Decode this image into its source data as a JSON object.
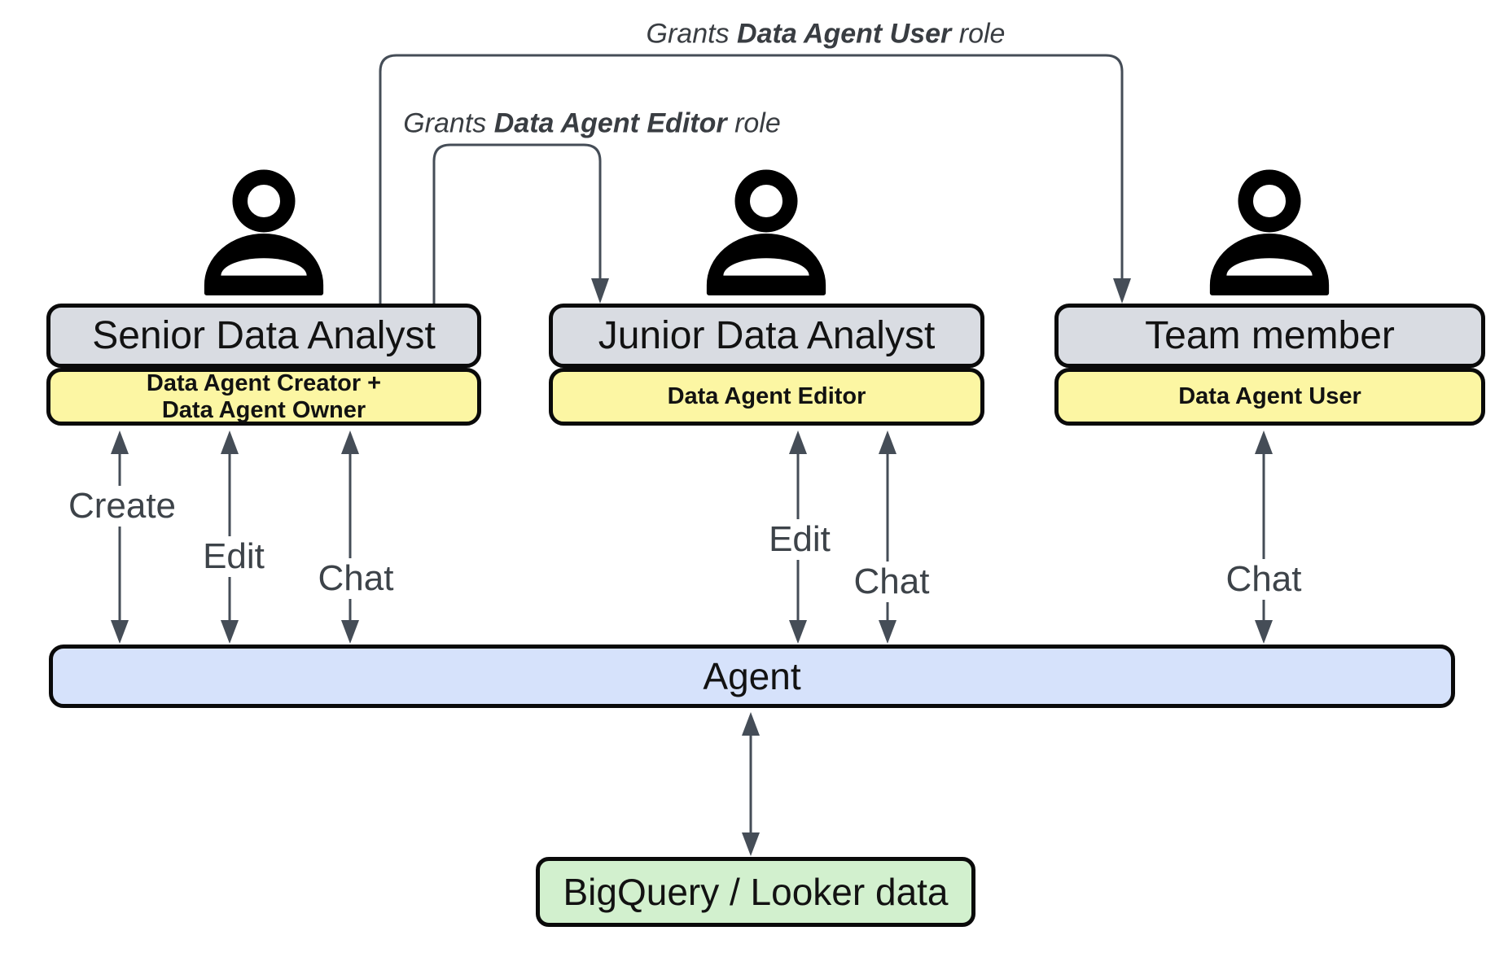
{
  "canvas": {
    "background": "#ffffff"
  },
  "palette": {
    "title_box_fill": "#d9dce2",
    "role_box_fill": "#fcf6a3",
    "agent_bar_fill": "#d6e2fb",
    "datastore_fill": "#d2f0ce",
    "box_border": "#0a0a0a",
    "connector": "#454d57",
    "arrow_label_text": "#3d4349",
    "grant_label_text": "#393d42",
    "box_text": "#121212"
  },
  "grant_labels": [
    {
      "prefix": "Grants",
      "bold": "Data Agent User",
      "suffix": "role"
    },
    {
      "prefix": "Grants",
      "bold": "Data Agent Editor",
      "suffix": "role"
    }
  ],
  "people": [
    {
      "title": "Senior Data Analyst",
      "roles": [
        "Data Agent Creator +",
        "Data Agent Owner"
      ]
    },
    {
      "title": "Junior Data Analyst",
      "roles": [
        "Data Agent Editor"
      ]
    },
    {
      "title": "Team member",
      "roles": [
        "Data Agent User"
      ]
    }
  ],
  "actions": {
    "create": "Create",
    "edit": "Edit",
    "chat": "Chat"
  },
  "agent": {
    "label": "Agent"
  },
  "datastore": {
    "label": "BigQuery / Looker data"
  }
}
